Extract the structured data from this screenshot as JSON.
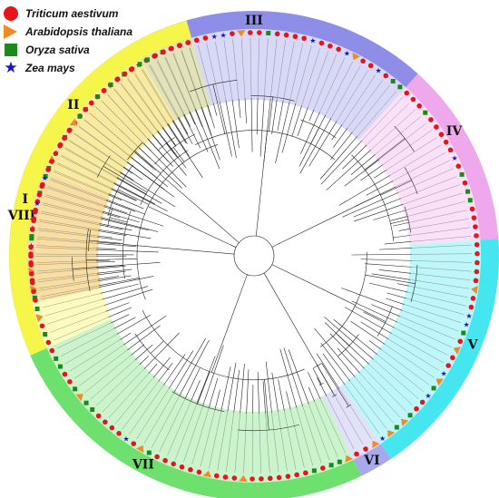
{
  "legend": {
    "items": [
      {
        "label": "Triticum aestivum",
        "symbol": "circle",
        "color": "#e8141b"
      },
      {
        "label": "Arabidopsis thaliana",
        "symbol": "triangle",
        "color": "#f08a24"
      },
      {
        "label": "Oryza sativa",
        "symbol": "square",
        "color": "#1a8a1a"
      },
      {
        "label": "Zea mays",
        "symbol": "star",
        "color": "#1414c8"
      }
    ]
  },
  "clades": [
    {
      "label": "I",
      "color": "#f07f86"
    },
    {
      "label": "II",
      "color": "#f4b07a"
    },
    {
      "label": "III",
      "color": "#8e8ee8"
    },
    {
      "label": "IV",
      "color": "#f0a8ec"
    },
    {
      "label": "V",
      "color": "#45e6f0"
    },
    {
      "label": "VI",
      "color": "#a8a8ee"
    },
    {
      "label": "VII",
      "color": "#6ee06e"
    },
    {
      "label": "VIII",
      "color": "#f6f64a"
    }
  ],
  "species_colors": {
    "Triticum aestivum": "#e8141b",
    "Arabidopsis thaliana": "#f08a24",
    "Oryza sativa": "#1a8a1a",
    "Zea mays": "#1414c8"
  }
}
